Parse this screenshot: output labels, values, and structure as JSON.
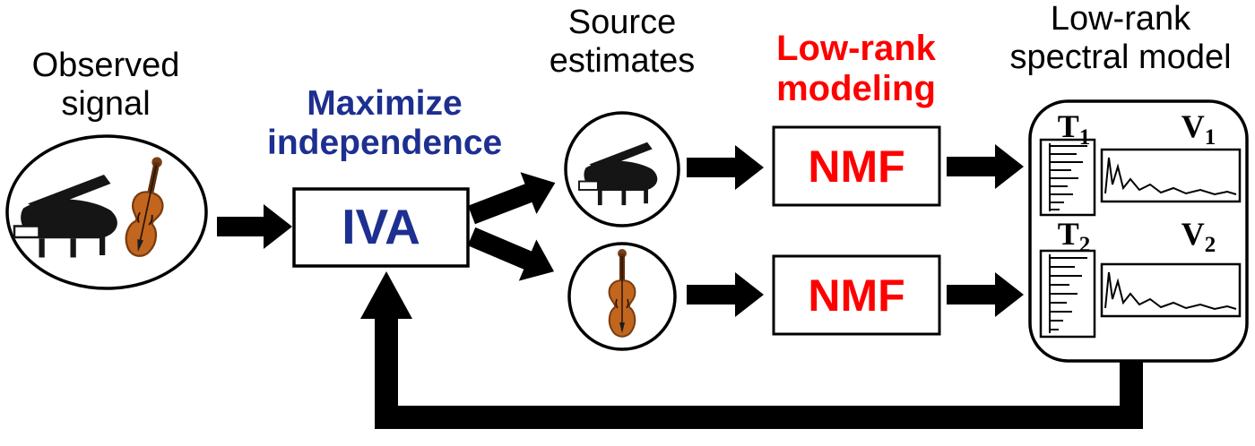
{
  "diagram": {
    "observed_signal": "Observed\nsignal",
    "maximize_independence": "Maximize\nindependence",
    "iva": "IVA",
    "source_estimates": "Source\nestimates",
    "low_rank_modeling": "Low-rank\nmodeling",
    "nmf_top": "NMF",
    "nmf_bottom": "NMF",
    "low_rank_spectral_model": "Low-rank\nspectral model",
    "matrices": {
      "t1": {
        "base": "T",
        "sub": "1"
      },
      "v1": {
        "base": "V",
        "sub": "1"
      },
      "t2": {
        "base": "T",
        "sub": "2"
      },
      "v2": {
        "base": "V",
        "sub": "2"
      }
    },
    "colors": {
      "accent_blue": "#1d2f90",
      "accent_red": "#ff0000",
      "line_black": "#000000"
    }
  }
}
